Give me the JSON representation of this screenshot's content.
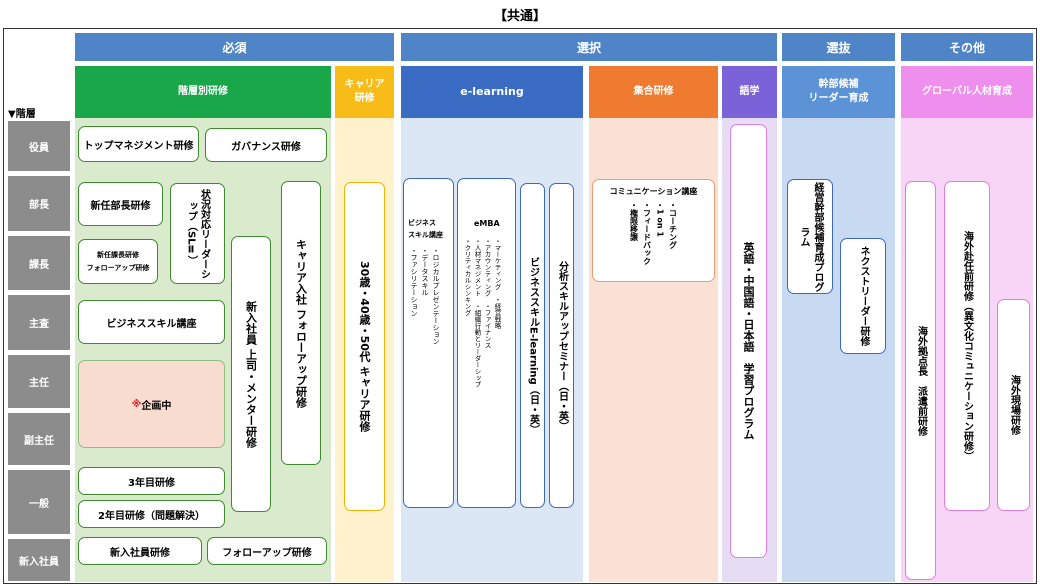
{
  "title": "【共通】",
  "categories": {
    "required": "必須",
    "elective": "選択",
    "selection": "選抜",
    "other": "その他"
  },
  "subcategories": {
    "hierarchy": "階層別研修",
    "career": "キャリア\n研修",
    "elearning": "e-learning",
    "group": "集合研修",
    "language": "語学",
    "executive": "幹部候補\nリーダー育成",
    "global": "グローバル人材育成"
  },
  "level_header": "▼階層",
  "levels": [
    "役員",
    "部長",
    "課長",
    "主査",
    "主任",
    "副主任",
    "一般",
    "新入社員"
  ],
  "programs": {
    "top_mgmt": "トップマネジメント研修",
    "governance": "ガバナンス研修",
    "new_manager": "新任部長研修",
    "situational": "状況対応リーダーシップ（SLⅡ）",
    "new_section_chief": "新任課長研修\nフォローアップ研修",
    "business_skill": "ビジネススキル講座",
    "planning_mark": "※",
    "planning": "企画中",
    "mentor": "新入社員 上司・メンター研修",
    "midcareer": "キャリア入社 フォローアップ研修",
    "third_year": "3年目研修",
    "second_year": "2年目研修（問題解決）",
    "new_employee": "新入社員研修",
    "followup": "フォローアップ研修",
    "career_30_40_50": "30歳・40歳・50代 キャリア研修",
    "el_business_title": "ビジネス\nスキル講座",
    "el_business_items": "・ロジカルプレゼンテーション\n・データスキル\n・ファシリテーション",
    "el_emba_title": "eMBA",
    "el_emba_items": "・マーケティング　・経営戦略\n・アカウンティング　・ファイナンス\n・人材マネジメント　・組織行動とリーダーシップ\n・クリティカルシンキング",
    "el_business_elearning": "ビジネススキルE-learning（日・英）",
    "el_seminar": "分析スキルアップセミナー（日・英）",
    "comm_title": "コミュニケーション講座",
    "comm_items": "・コーチング\n・1 on 1\n・フィードバック\n・権限移譲",
    "language_program": "英語・中国語・日本語　学習プログラム",
    "exec_candidate": "経営幹部候補育成プログラム",
    "next_leader": "ネクストリーダー研修",
    "overseas_pre": "海外拠点長　派遣前研修",
    "overseas_assign": "海外赴任前研修（異文化コミュニケーション研修）",
    "overseas_field": "海外現場研修"
  },
  "colors": {
    "green_dark": "#19a74a",
    "green_light": "#d9ebcc",
    "blue_dark": "#4f85c6",
    "blue_mid": "#3a6cc4",
    "blue_light": "#dbe7f4",
    "yellow": "#f7bc17",
    "yellow_light": "#fff2cc",
    "orange": "#ee7b30",
    "orange_light": "#fbe1d4",
    "purple": "#7b62d8",
    "purple_light": "#e6dcf4",
    "exec_blue": "#5b93d6",
    "exec_light": "#c8daf2",
    "pink_dark": "#ee8fee",
    "pink_light": "#f8d4f7",
    "level_gray": "#8c8c8c",
    "planning_bg": "#f9dcd0"
  }
}
